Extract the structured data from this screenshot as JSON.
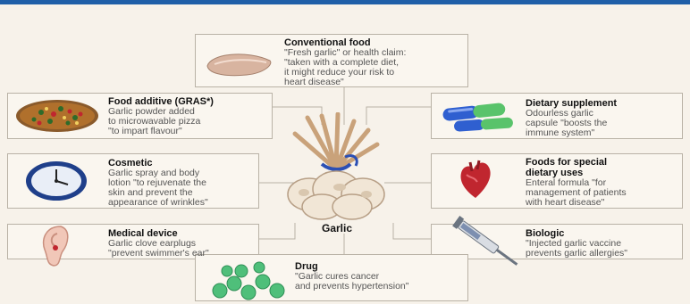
{
  "center": {
    "label": "Garlic"
  },
  "categories": {
    "conventional": {
      "title": "Conventional food",
      "desc": "\"Fresh garlic\" or health claim:\n\"taken with a complete diet,\nit might reduce your risk to\nheart disease\""
    },
    "additive": {
      "title": "Food additive (GRAS*)",
      "desc": "Garlic powder added\nto microwavable pizza\n\"to impart flavour\""
    },
    "supplement": {
      "title": "Dietary supplement",
      "desc": "Odourless garlic\ncapsule \"boosts the\nimmune system\""
    },
    "cosmetic": {
      "title": "Cosmetic",
      "desc": "Garlic spray and body\nlotion \"to rejuvenate the\nskin and prevent the\nappearance of wrinkles\""
    },
    "special": {
      "title": "Foods for special\ndietary uses",
      "desc": "Enteral formula \"for\nmanagement of patients\nwith heart disease\""
    },
    "device": {
      "title": "Medical device",
      "desc": "Garlic clove earplugs\n\"prevent swimmer's ear\""
    },
    "biologic": {
      "title": "Biologic",
      "desc": "\"Injected garlic vaccine\nprevents garlic allergies\""
    },
    "drug": {
      "title": "Drug",
      "desc": "\"Garlic cures cancer\nand prevents hypertension\""
    }
  },
  "icons": {
    "conventional": "garlic-clove-icon",
    "additive": "pizza-icon",
    "supplement": "capsule-icon",
    "cosmetic": "clock-icon",
    "special": "heart-icon",
    "device": "ear-icon",
    "biologic": "syringe-icon",
    "drug": "pills-icon",
    "center": "garlic-bundle-icon"
  },
  "colors": {
    "accent": "#1f5fa8",
    "line": "#b9b2a6",
    "capsule_blue": "#2f5fd0",
    "capsule_green": "#59c36b",
    "heart_red": "#c0262f",
    "pill_green": "#4fbf7a"
  }
}
